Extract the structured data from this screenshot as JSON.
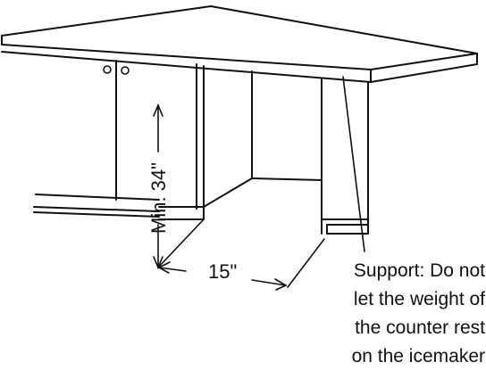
{
  "dimensions": {
    "min_height": "Min. 34\"",
    "opening_width": "15\""
  },
  "support_note": {
    "lines": [
      "Support: Do not",
      "let the weight of",
      "the counter rest",
      "on the icemaker"
    ]
  },
  "colors": {
    "line": "#111111",
    "background": "#ffffff"
  }
}
